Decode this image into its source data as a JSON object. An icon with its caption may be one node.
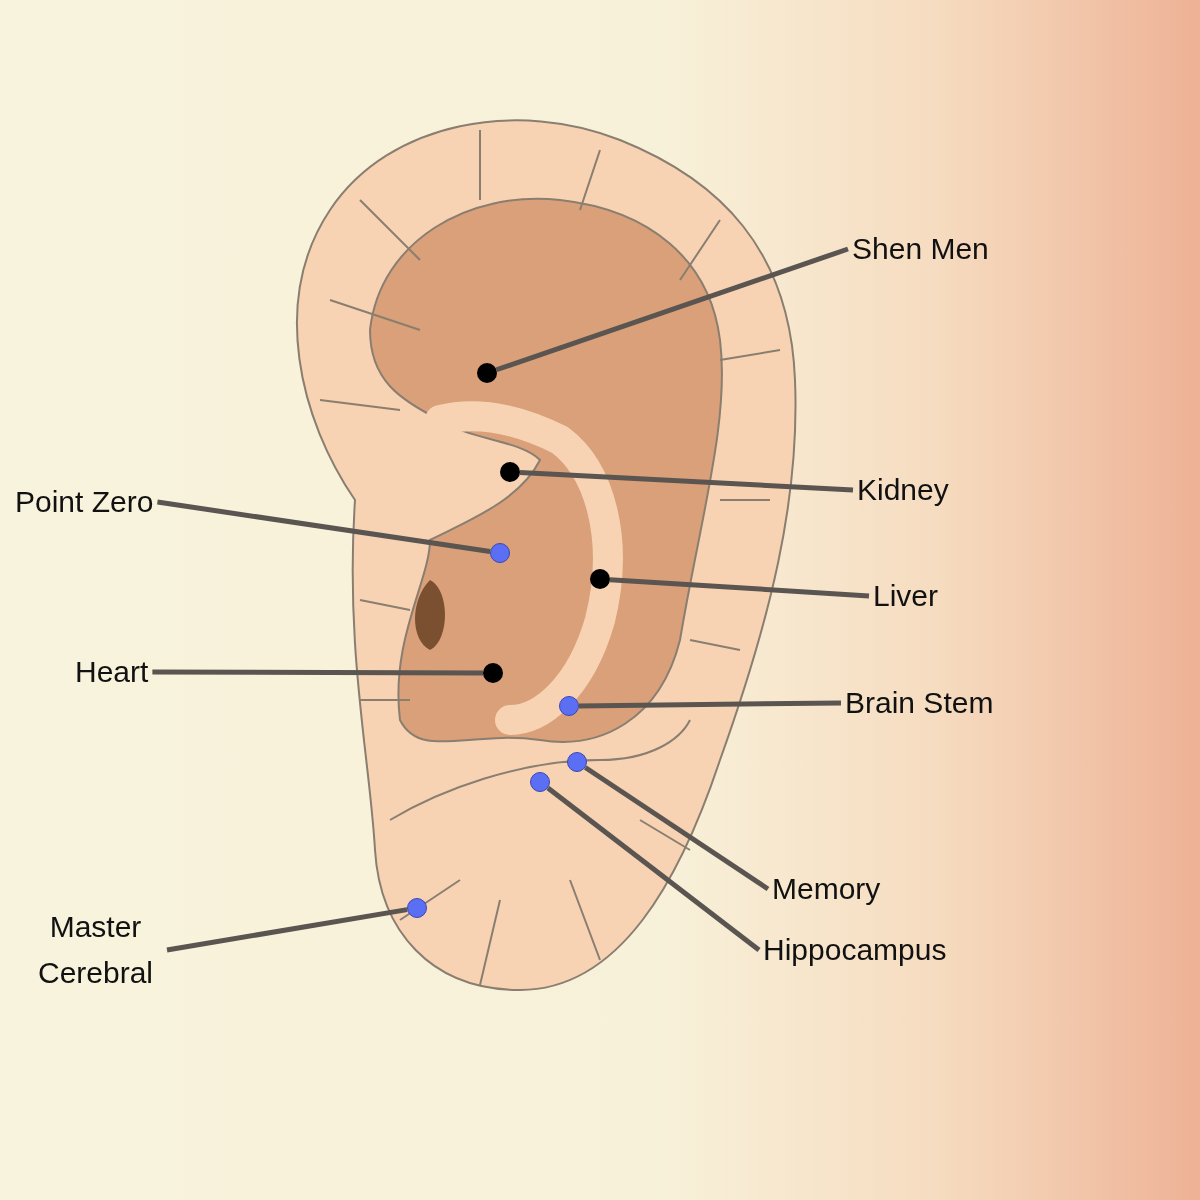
{
  "diagram": {
    "nodes": [
      {
        "text": [
          "Shen Men"
        ]
      },
      {
        "text": [
          "Kidney"
        ]
      },
      {
        "text": [
          "Point Zero"
        ]
      },
      {
        "text": [
          "Liver"
        ]
      },
      {
        "text": [
          "Heart"
        ]
      },
      {
        "text": [
          "Brain Stem"
        ]
      },
      {
        "text": [
          "Memory"
        ]
      },
      {
        "text": [
          "Hippocampus"
        ]
      },
      {
        "text": [
          "Master Cerebral"
        ]
      },
      {
        "text": [],
        "shape": "circle"
      },
      {
        "text": [],
        "shape": "circle"
      },
      {
        "text": [],
        "shape": "circle"
      },
      {
        "text": [],
        "shape": "circle"
      },
      {
        "text": [],
        "shape": "circle"
      },
      {
        "text": [],
        "shape": "circle"
      },
      {
        "text": [],
        "shape": "circle"
      },
      {
        "text": [],
        "shape": "circle"
      },
      {
        "text": [],
        "shape": "circle"
      }
    ],
    "edges": [
      {
        "from": 0,
        "to": 9,
        "arrow": "none"
      },
      {
        "from": 1,
        "to": 10,
        "arrow": "none"
      },
      {
        "from": 2,
        "to": 11,
        "arrow": "none"
      },
      {
        "from": 3,
        "to": 12,
        "arrow": "none"
      },
      {
        "from": 4,
        "to": 13,
        "arrow": "none"
      },
      {
        "from": 5,
        "to": 14,
        "arrow": "none"
      },
      {
        "from": 6,
        "to": 15,
        "arrow": "none"
      },
      {
        "from": 7,
        "to": 16,
        "arrow": "none"
      },
      {
        "from": 8,
        "to": 17,
        "arrow": "none"
      }
    ]
  }
}
